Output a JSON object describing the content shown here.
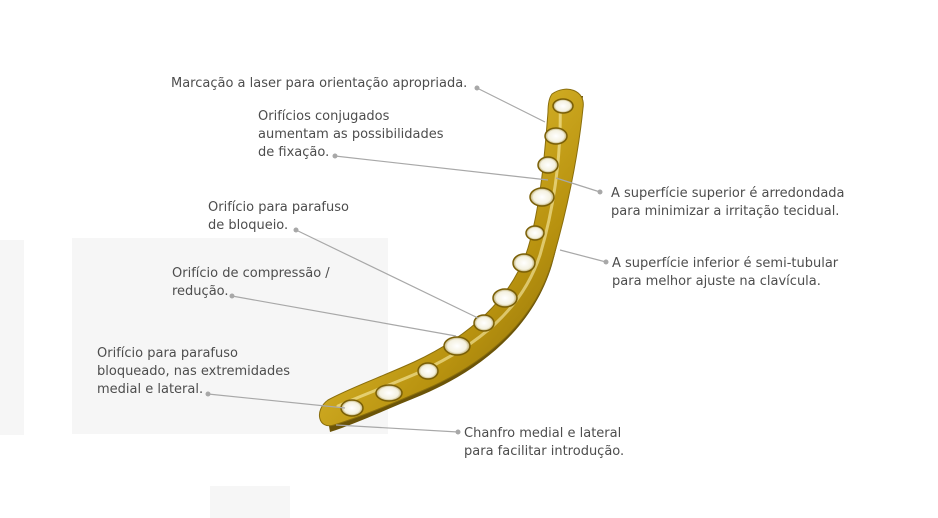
{
  "annotations": [
    {
      "id": "laser-marking",
      "lines": [
        "Marcação a laser para orientação apropriada."
      ]
    },
    {
      "id": "combi-holes",
      "lines": [
        "Orifícios conjugados",
        "aumentam as possibilidades",
        "de fixação."
      ]
    },
    {
      "id": "locking-screw-hole",
      "lines": [
        "Orifício para parafuso",
        "de bloqueio."
      ]
    },
    {
      "id": "compression-hole",
      "lines": [
        "Orifício de compressão /",
        "redução."
      ]
    },
    {
      "id": "locked-end-hole",
      "lines": [
        "Orifício para parafuso",
        "bloqueado, nas extremidades",
        "medial e lateral."
      ]
    },
    {
      "id": "upper-surface",
      "lines": [
        "A superfície superior é arredondada",
        "para minimizar a irritação tecidual."
      ]
    },
    {
      "id": "lower-surface",
      "lines": [
        "A superfície inferior é semi-tubular",
        "para melhor ajuste na clavícula."
      ]
    },
    {
      "id": "chamfer",
      "lines": [
        "Chanfro medial e lateral",
        "para facilitar introdução."
      ]
    }
  ],
  "colors": {
    "plate_gold": "#c9a515",
    "plate_highlight": "#f3e27a",
    "plate_shadow": "#6b5408",
    "leader_line": "#a8a8a8",
    "text": "#4d4d4d"
  }
}
